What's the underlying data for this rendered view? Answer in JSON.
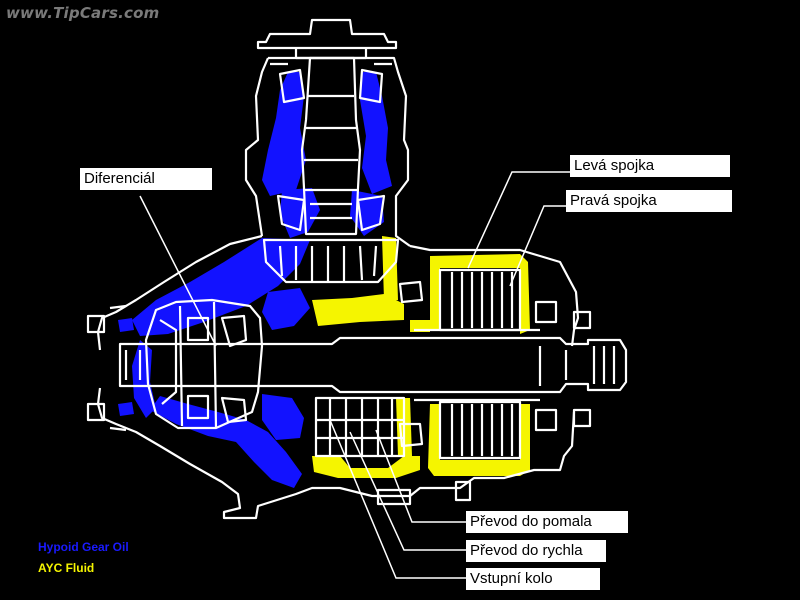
{
  "watermark": "www.TipCars.com",
  "labels": {
    "differential": "Diferenciál",
    "left_clutch": "Levá spojka",
    "right_clutch": "Pravá spojka",
    "slow_gear": "Převod do pomala",
    "fast_gear": "Převod do rychla",
    "input_gear": "Vstupní kolo"
  },
  "legend": {
    "hypoid": "Hypoid Gear Oil",
    "ayc": "AYC Fluid"
  },
  "colors": {
    "background": "#000000",
    "hypoid_oil": "#1212ff",
    "ayc_fluid": "#f5f500",
    "outline": "#ffffff"
  }
}
